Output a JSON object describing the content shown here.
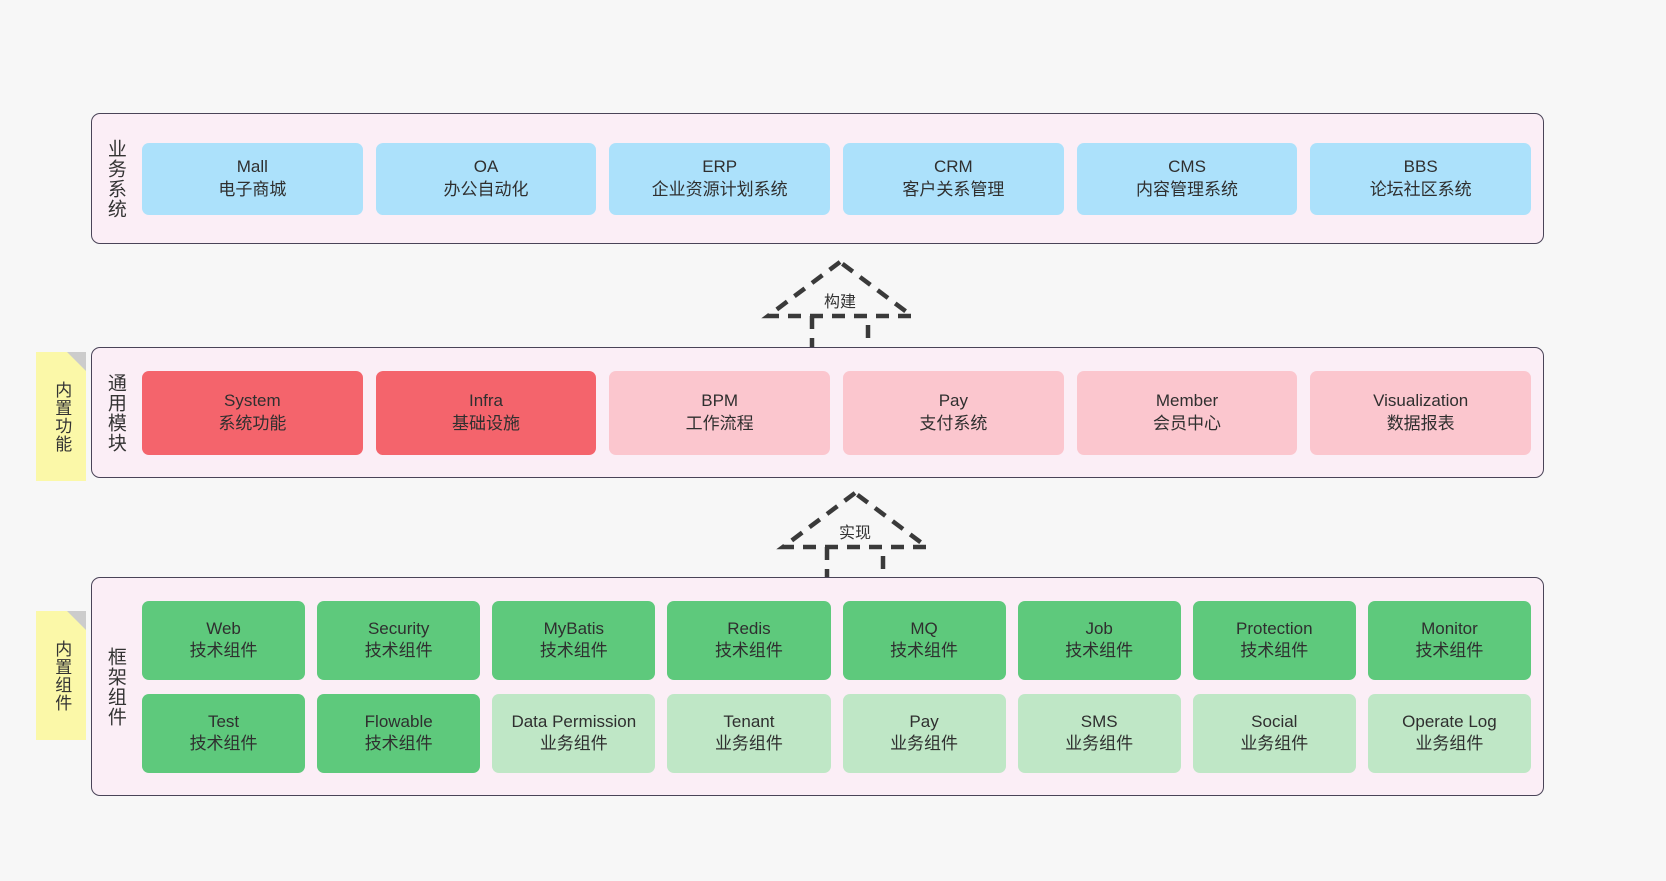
{
  "diagram": {
    "title_note_1": "内置功能",
    "title_note_2": "内置组件",
    "background": "#f7f7f7",
    "layer_fill": "#fbeef6",
    "layer_border": "#4a4458"
  },
  "layers": [
    {
      "id": "business",
      "title": "业务系统",
      "card_color": "#ace1fb",
      "cards": [
        {
          "name": "Mall",
          "sub": "电子商城"
        },
        {
          "name": "OA",
          "sub": "办公自动化"
        },
        {
          "name": "ERP",
          "sub": "企业资源计划系统"
        },
        {
          "name": "CRM",
          "sub": "客户关系管理"
        },
        {
          "name": "CMS",
          "sub": "内容管理系统"
        },
        {
          "name": "BBS",
          "sub": "论坛社区系统"
        }
      ]
    },
    {
      "id": "common",
      "title": "通用模块",
      "card_color": "#fbc6ce",
      "card_color_strong": "#f4646c",
      "cards": [
        {
          "name": "System",
          "sub": "系统功能",
          "emphasis": true
        },
        {
          "name": "Infra",
          "sub": "基础设施",
          "emphasis": true
        },
        {
          "name": "BPM",
          "sub": "工作流程",
          "emphasis": false
        },
        {
          "name": "Pay",
          "sub": "支付系统",
          "emphasis": false
        },
        {
          "name": "Member",
          "sub": "会员中心",
          "emphasis": false
        },
        {
          "name": "Visualization",
          "sub": "数据报表",
          "emphasis": false
        }
      ]
    },
    {
      "id": "framework",
      "title": "框架组件",
      "card_color": "#5ec97c",
      "card_color_light": "#bfe7c6",
      "row1": [
        {
          "name": "Web",
          "sub": "技术组件"
        },
        {
          "name": "Security",
          "sub": "技术组件"
        },
        {
          "name": "MyBatis",
          "sub": "技术组件"
        },
        {
          "name": "Redis",
          "sub": "技术组件"
        },
        {
          "name": "MQ",
          "sub": "技术组件"
        },
        {
          "name": "Job",
          "sub": "技术组件"
        },
        {
          "name": "Protection",
          "sub": "技术组件"
        },
        {
          "name": "Monitor",
          "sub": "技术组件"
        }
      ],
      "row2": [
        {
          "name": "Test",
          "sub": "技术组件",
          "light": false
        },
        {
          "name": "Flowable",
          "sub": "技术组件",
          "light": false
        },
        {
          "name": "Data Permission",
          "sub": "业务组件",
          "light": true
        },
        {
          "name": "Tenant",
          "sub": "业务组件",
          "light": true
        },
        {
          "name": "Pay",
          "sub": "业务组件",
          "light": true
        },
        {
          "name": "SMS",
          "sub": "业务组件",
          "light": true
        },
        {
          "name": "Social",
          "sub": "业务组件",
          "light": true
        },
        {
          "name": "Operate Log",
          "sub": "业务组件",
          "light": true
        }
      ]
    }
  ],
  "connectors": [
    {
      "id": "build",
      "label": "构建",
      "style": "dashed-hollow-arrow-up"
    },
    {
      "id": "implement",
      "label": "实现",
      "style": "dashed-hollow-arrow-up"
    }
  ]
}
